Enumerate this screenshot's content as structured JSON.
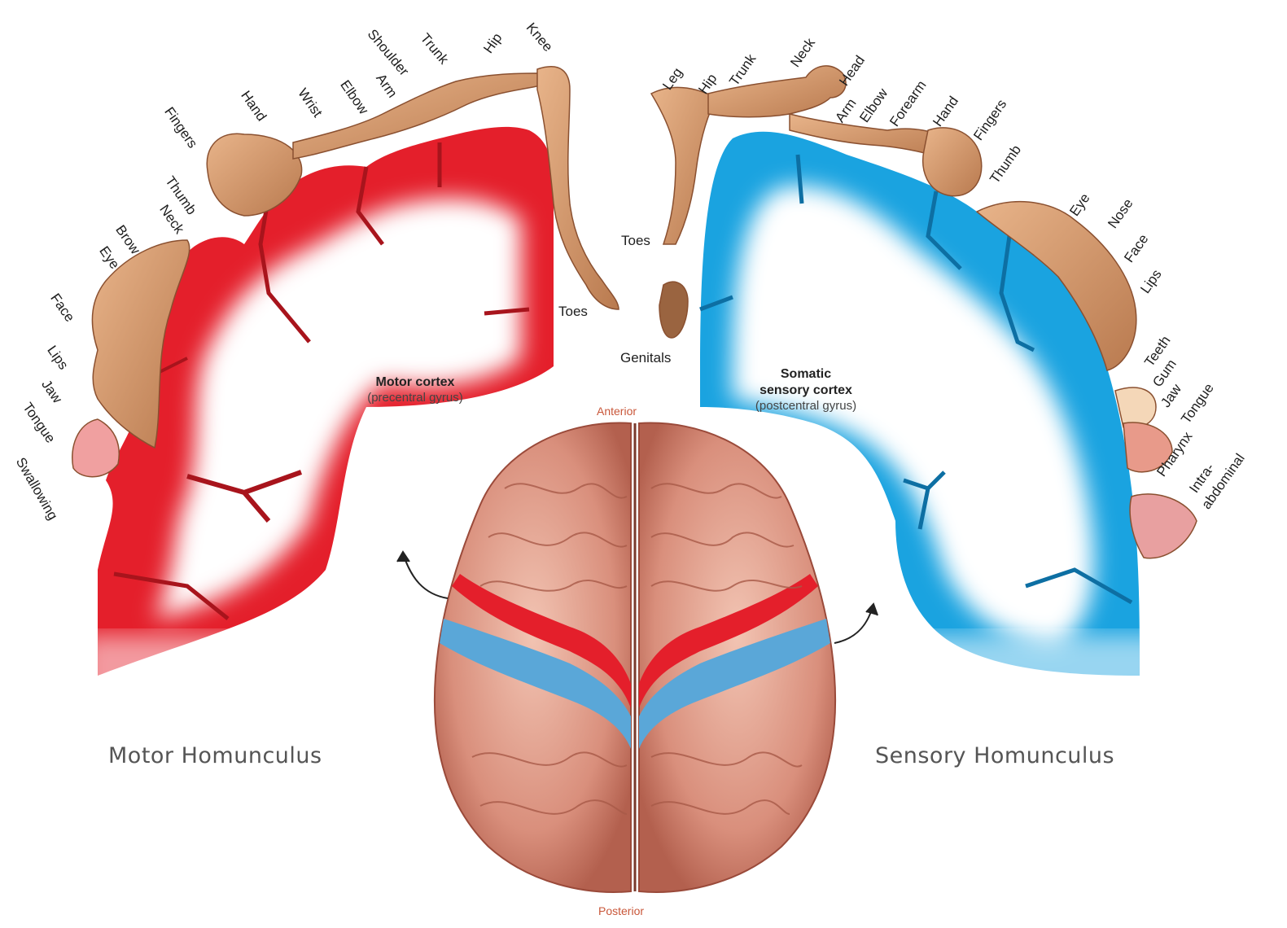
{
  "motor": {
    "title": "Motor Homunculus",
    "cortex_label": "Motor cortex",
    "cortex_sub": "(precentral gyrus)",
    "labels": [
      "Swallowing",
      "Tongue",
      "Jaw",
      "Lips",
      "Face",
      "Eye",
      "Brow",
      "Neck",
      "Thumb",
      "Fingers",
      "Hand",
      "Wrist",
      "Elbow",
      "Arm",
      "Shoulder",
      "Trunk",
      "Hip",
      "Knee",
      "Toes"
    ],
    "color": "#e41f2b"
  },
  "sensory": {
    "title": "Sensory Homunculus",
    "cortex_label_1": "Somatic",
    "cortex_label_2": "sensory cortex",
    "cortex_sub": "(postcentral gyrus)",
    "labels": [
      "Toes",
      "Genitals",
      "Leg",
      "Hip",
      "Trunk",
      "Neck",
      "Head",
      "Arm",
      "Elbow",
      "Forearm",
      "Hand",
      "Fingers",
      "Thumb",
      "Eye",
      "Nose",
      "Face",
      "Lips",
      "Teeth",
      "Gum",
      "Jaw",
      "Tongue",
      "Pharynx",
      "Intra-",
      "abdominal"
    ],
    "color": "#1aa3e0"
  },
  "brain": {
    "anterior": "Anterior",
    "posterior": "Posterior"
  }
}
